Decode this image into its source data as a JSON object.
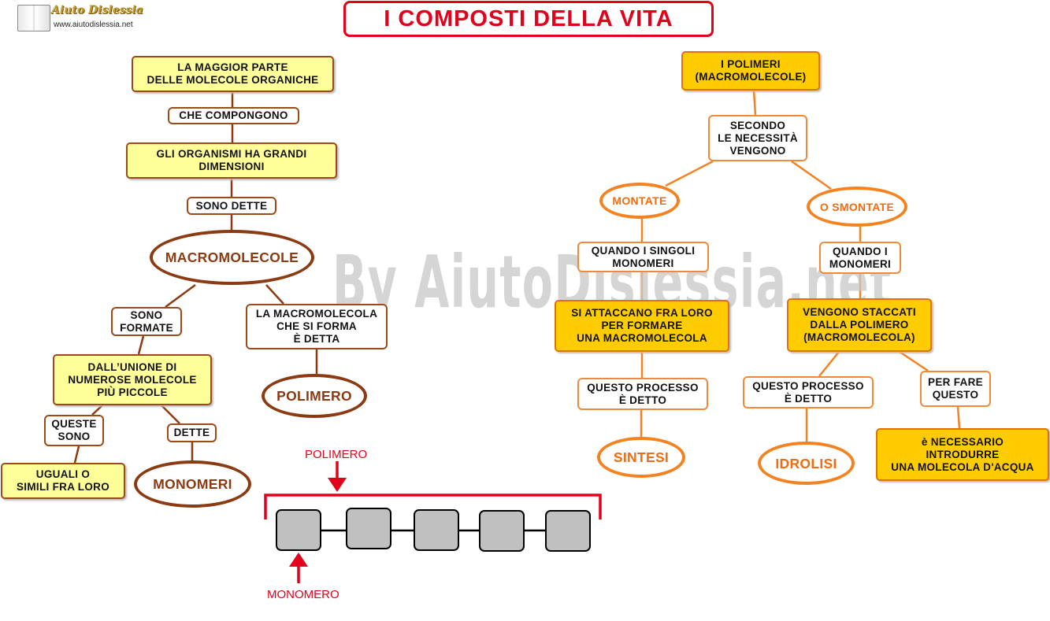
{
  "title": "I COMPOSTI DELLA VITA",
  "logo": {
    "brand": "Aiuto Dislessia",
    "url": "www.aiutodislessia.net"
  },
  "watermark": "By AiutoDislessia.net",
  "left": {
    "n1": "LA MAGGIOR PARTE\nDELLE MOLECOLE ORGANICHE",
    "l1": "CHE COMPONGONO",
    "n2": "GLI  ORGANISMI  HA  GRANDI\nDIMENSIONI",
    "l2": "SONO DETTE",
    "macro": "MACROMOLECOLE",
    "l3": "SONO\nFORMATE",
    "l4": "LA MACROMOLECOLA\nCHE SI FORMA\nÈ DETTA",
    "n3": "DALL’UNIONE DI\nNUMEROSE MOLECOLE\nPIÙ PICCOLE",
    "polimero": "POLIMERO",
    "l5": "QUESTE\nSONO",
    "l6": "DETTE",
    "n4": "UGUALI O\nSIMILI FRA LORO",
    "monomeri": "MONOMERI"
  },
  "right": {
    "top": "I POLIMERI\n(MACROMOLECOLE)",
    "secondo": "SECONDO\nLE NECESSITÀ\nVENGONO",
    "montate": "MONTATE",
    "smontate": "O SMONTATE",
    "quando1": "QUANDO I SINGOLI\nMONOMERI",
    "quando2": "QUANDO I\nMONOMERI",
    "attaccano": "SI ATTACCANO FRA LORO\nPER FORMARE\nUNA MACROMOLECOLA",
    "staccati": "VENGONO STACCATI\nDALLA POLIMERO\n(MACROMOLECOLA)",
    "processo1": "QUESTO PROCESSO\nÈ DETTO",
    "processo2": "QUESTO PROCESSO\nÈ DETTO",
    "perfare": "PER FARE\nQUESTO",
    "sintesi": "SINTESI",
    "idrolisi": "IDROLISI",
    "acqua": "è NECESSARIO\nINTRODURRE\nUNA MOLECOLA D'ACQUA"
  },
  "illustration": {
    "polimero_label": "POLIMERO",
    "monomero_label": "MONOMERO",
    "units": 5
  },
  "colors": {
    "title_red": "#e3001b",
    "brown": "#8b3a12",
    "orange": "#f58220",
    "yellow": "#ffff99",
    "gold": "#ffcc00"
  }
}
